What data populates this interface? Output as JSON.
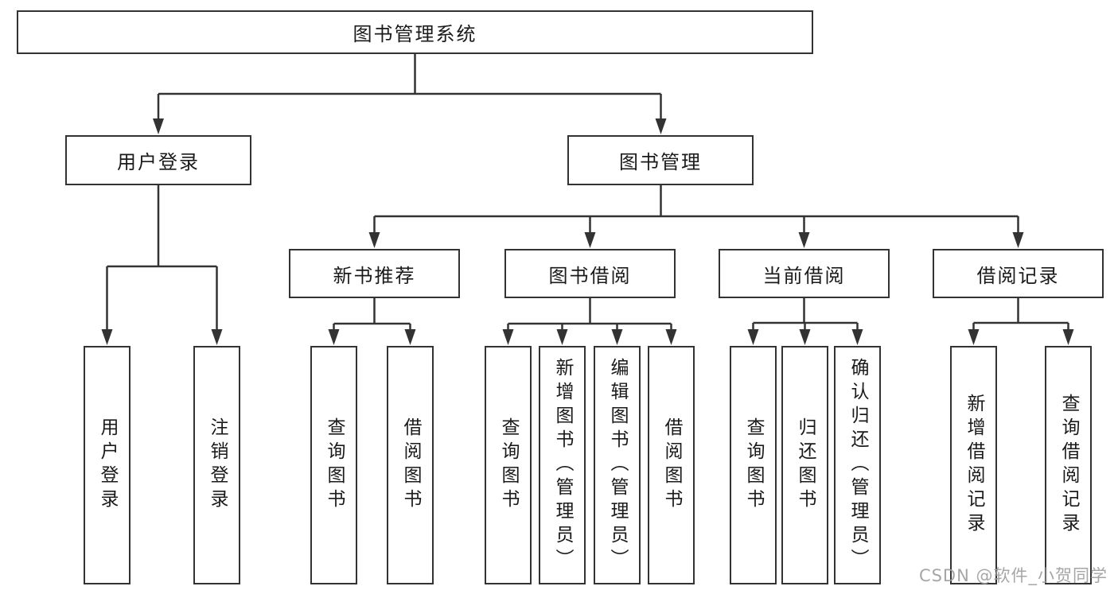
{
  "diagram": {
    "root": {
      "label": "图书管理系统"
    },
    "level1": {
      "user_login": "用户登录",
      "book_management": "图书管理"
    },
    "level2": {
      "new_book_recommend": "新书推荐",
      "book_borrow": "图书借阅",
      "current_borrow": "当前借阅",
      "borrow_record": "借阅记录"
    },
    "leaves": {
      "user_login": [
        "用户登录",
        "注销登录"
      ],
      "new_book_recommend": [
        "查询图书",
        "借阅图书"
      ],
      "book_borrow": [
        "查询图书",
        "新增图书（管理员）",
        "编辑图书（管理员）",
        "借阅图书"
      ],
      "current_borrow": [
        "查询图书",
        "归还图书",
        "确认归还（管理员）"
      ],
      "borrow_record": [
        "新增借阅记录",
        "查询借阅记录"
      ]
    },
    "watermark": "CSDN @软件_小贺同学",
    "colors": {
      "line": "#333333",
      "text": "#1a1a1a",
      "watermark": "#9e9e9e",
      "background": "#ffffff"
    }
  }
}
